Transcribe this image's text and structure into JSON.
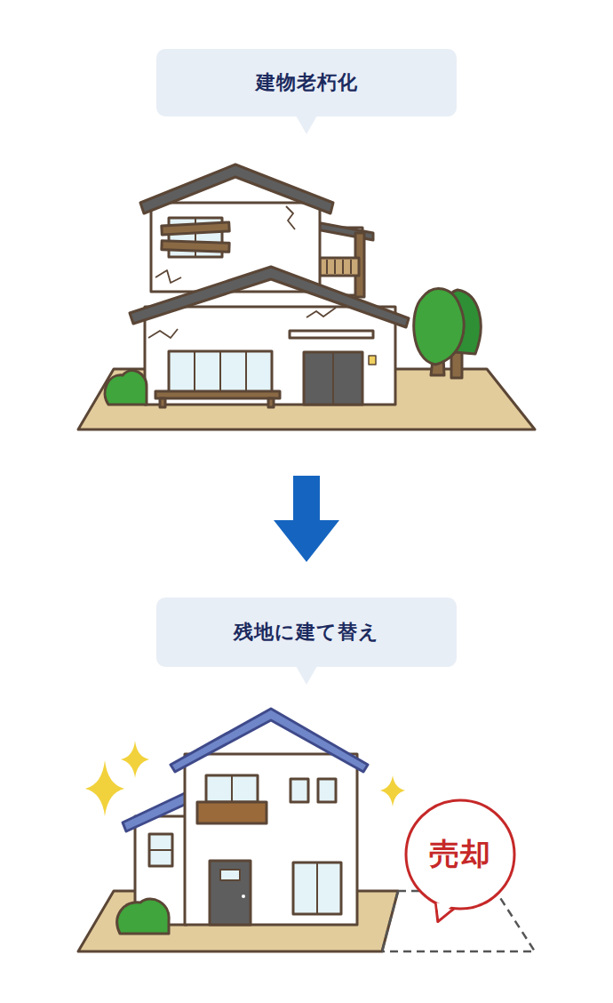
{
  "diagram": {
    "nodes": [
      {
        "text": [
          "建物老朽化"
        ]
      },
      {
        "text": [
          "残地に建て替え"
        ]
      },
      {
        "text": [
          "売却"
        ]
      }
    ]
  }
}
